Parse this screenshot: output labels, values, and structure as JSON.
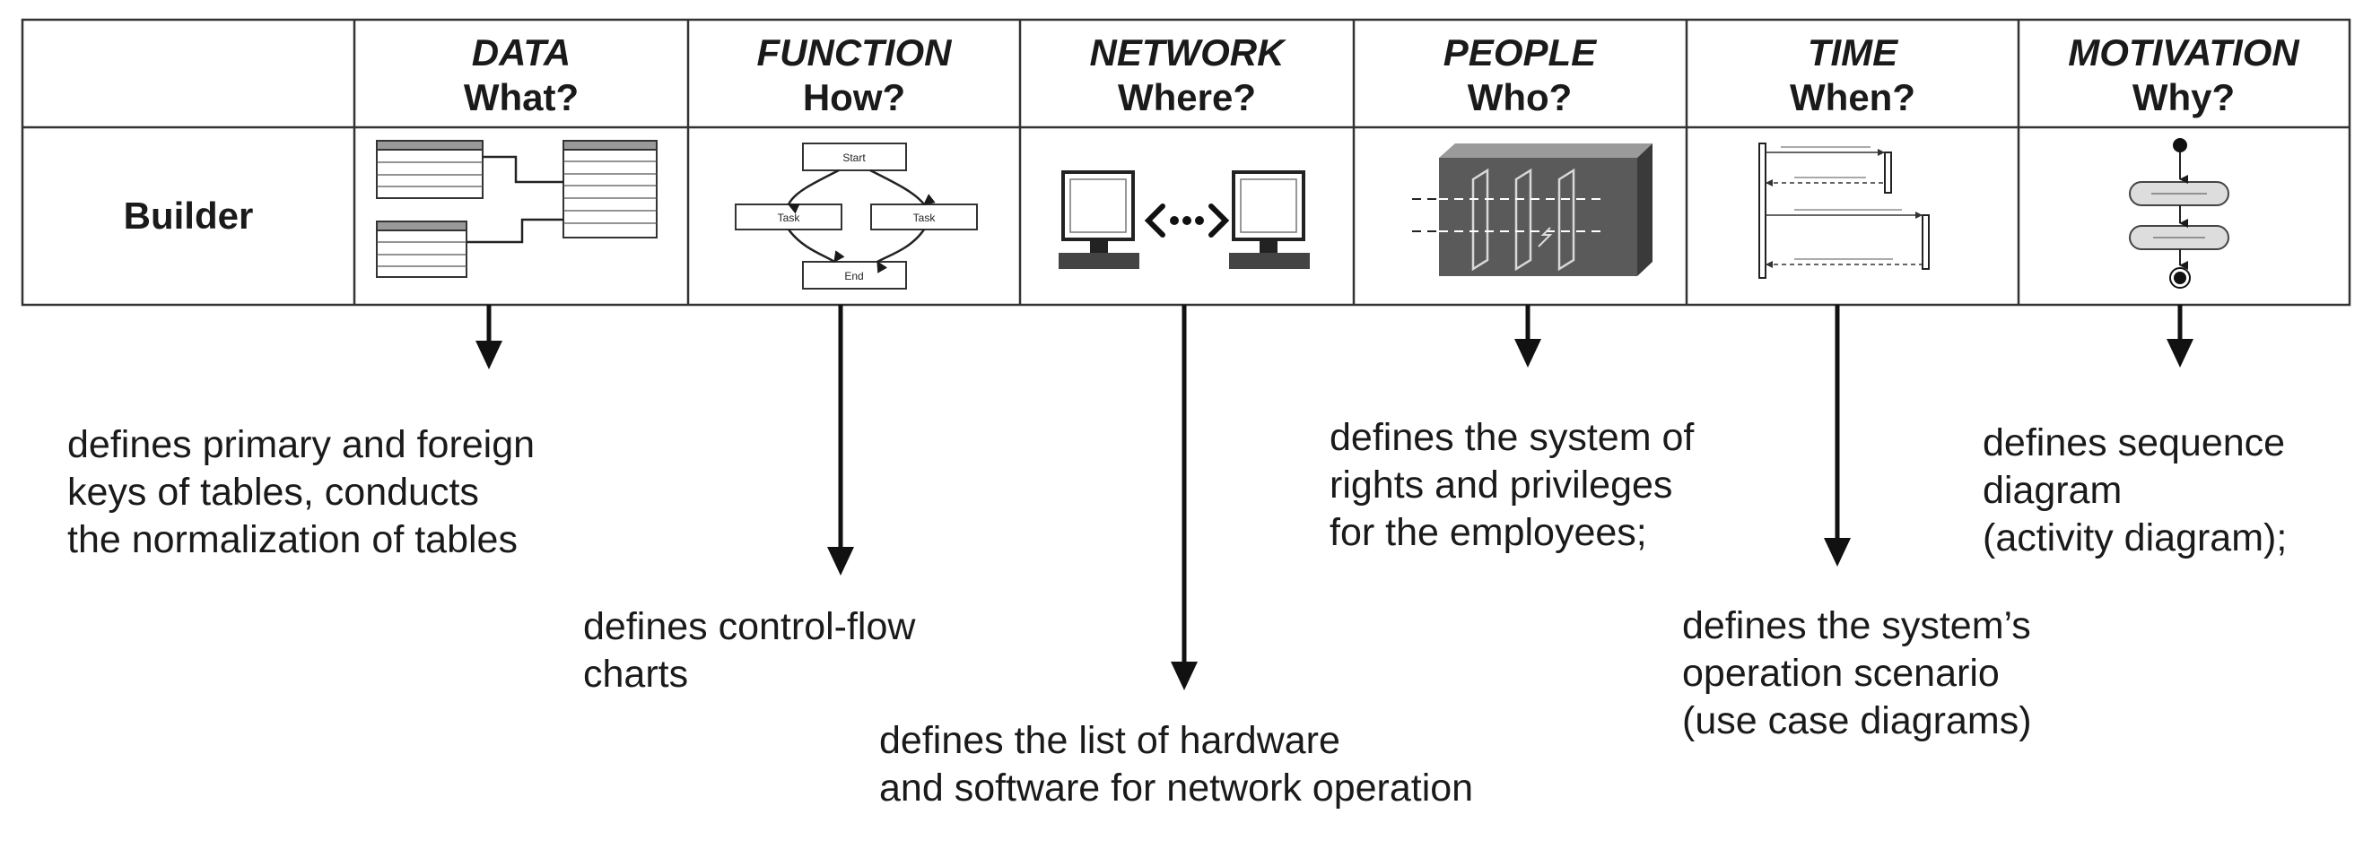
{
  "row_label": "Builder",
  "columns": [
    {
      "title": "DATA",
      "question": "What?"
    },
    {
      "title": "FUNCTION",
      "question": "How?"
    },
    {
      "title": "NETWORK",
      "question": "Where?"
    },
    {
      "title": "PEOPLE",
      "question": "Who?"
    },
    {
      "title": "TIME",
      "question": "When?"
    },
    {
      "title": "MOTIVATION",
      "question": "Why?"
    }
  ],
  "flowchart": {
    "start": "Start",
    "task_left": "Task",
    "task_right": "Task",
    "end": "End"
  },
  "descriptions": {
    "data": [
      "defines primary and foreign",
      "keys of tables, conducts",
      "the normalization of tables"
    ],
    "function": [
      "defines control-flow",
      "charts"
    ],
    "network": [
      "defines the list of hardware",
      "and software for network operation"
    ],
    "people": [
      "defines the system of",
      "rights and privileges",
      "for the employees;"
    ],
    "time": [
      "defines the system’s",
      "operation scenario",
      "(use case diagrams)"
    ],
    "motivation": [
      "defines sequence",
      "diagram",
      "(activity diagram);"
    ]
  }
}
